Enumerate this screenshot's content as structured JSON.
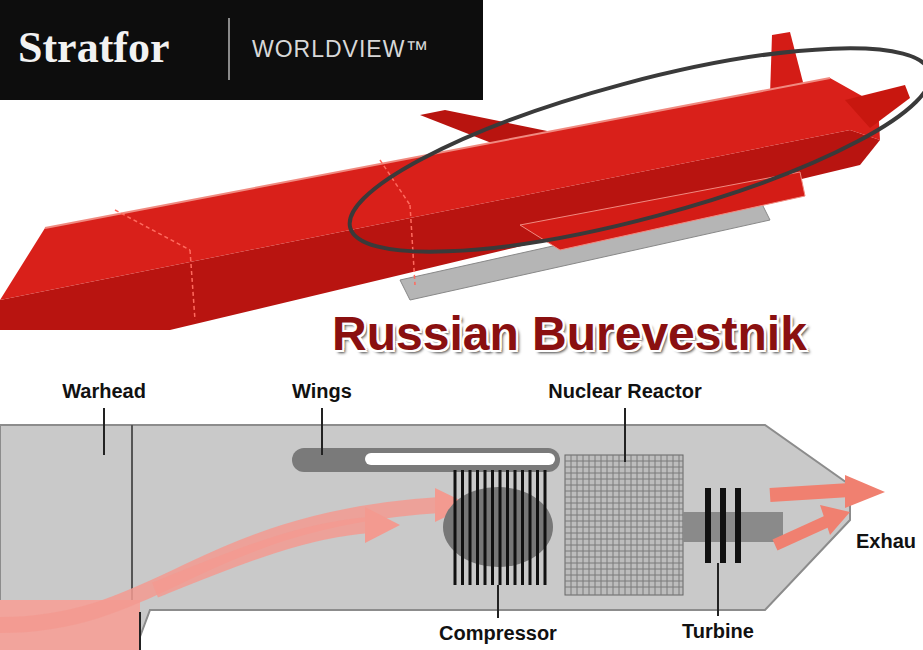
{
  "diagram": {
    "title": "Russian Burevestnik",
    "nodes": [
      {
        "text": [
          "Stratfor",
          "WORLDVIEW™"
        ]
      }
    ],
    "labels": [
      "Warhead",
      "Wings",
      "Nuclear Reactor",
      "Compressor",
      "Turbine",
      "Exhau"
    ]
  }
}
